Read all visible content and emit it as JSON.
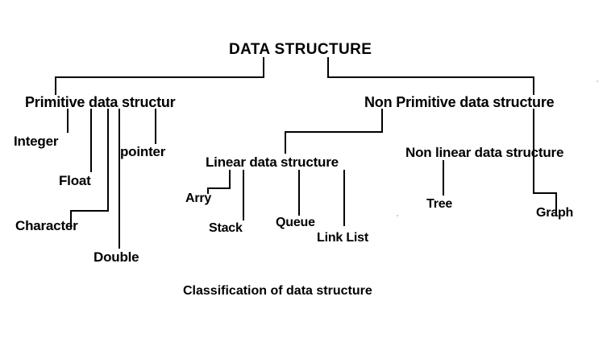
{
  "diagram": {
    "title": "Classification of data structure",
    "caption": "Classification of data structure",
    "line_color": "#000000",
    "text_color": "#000000",
    "background_color": "#ffffff",
    "nodes": {
      "root": "DATA STRUCTURE",
      "primitive": "Primitive data structur",
      "non_primitive": "Non Primitive data structure",
      "integer": "Integer",
      "float": "Float",
      "character": "Character",
      "double": "Double",
      "pointer": "pointer",
      "linear": "Linear data structure",
      "non_linear": "Non linear data structure",
      "arry": "Arry",
      "stack": "Stack",
      "queue": "Queue",
      "link_list": "Link List",
      "tree": "Tree",
      "graph": "Graph"
    }
  }
}
